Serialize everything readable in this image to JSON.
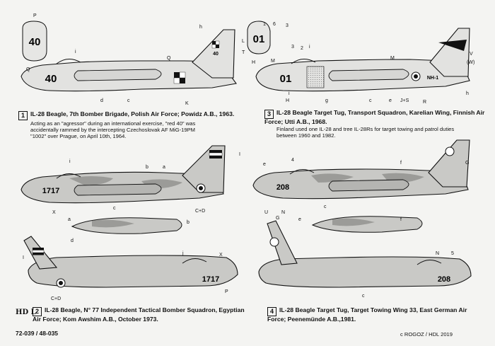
{
  "captions": [
    {
      "number": "1",
      "title": "IL-28 Beagle, 7th Bomber Brigade, Polish Air Force; Powidz A.B., 1963.",
      "note": "Acting as an \"agressor\" during an international exercise, \"red 40\" was accidentally rammed by the intercepting Czechoslovak AF MiG-19PM \"1002\" over Prague, on April 10th, 1964."
    },
    {
      "number": "3",
      "title": "IL-28 Beagle Target Tug, Transport Squadron, Karelian Wing, Finnish Air Force; Utti A.B., 1968.",
      "note": "Finland used one IL-28 and tree IL-28Rs for target towing and patrol duties between 1960 and 1982."
    },
    {
      "number": "2",
      "title": "IL-28 Beagle, N° 77 Independent Tactical Bomber Squadron, Egyptian Air Force; Kom Awshim A.B., October 1973.",
      "note": ""
    },
    {
      "number": "4",
      "title": "IL-28 Beagle Target Tug, Target Towing Wing 33, East German Air Force; Peenemünde A.B.,1981.",
      "note": ""
    }
  ],
  "aircraft_markings": {
    "polish_code": "40",
    "polish_fin_code": "40",
    "finnish_code": "01",
    "finnish_reg": "NH-1",
    "egyptian_code": "1717",
    "east_german_code": "208"
  },
  "callouts": {
    "a1": [
      "P",
      "Q",
      "i",
      "h",
      "L",
      "T",
      "Q",
      "d",
      "c",
      "K"
    ],
    "a3": [
      "1",
      "6",
      "3",
      "i",
      "3",
      "2",
      "H",
      "M",
      "V",
      "(W)",
      "M",
      "H",
      "g",
      "c",
      "e",
      "J+S",
      "R",
      "h",
      "i"
    ],
    "a2_upper": [
      "i",
      "b",
      "a",
      "I",
      "X",
      "C+D",
      "b",
      "a",
      "c",
      "d"
    ],
    "a2_lower": [
      "I",
      "j",
      "X",
      "C+D",
      "P"
    ],
    "a4_upper": [
      "e",
      "4",
      "f",
      "G",
      "U",
      "N",
      "c"
    ],
    "a4_lower": [
      "e",
      "f",
      "G",
      "N",
      "5",
      "c"
    ]
  },
  "footer": {
    "logo": "HD L",
    "codes": "72-039 / 48-035",
    "copyright": "c  ROGOZ / HDL 2019"
  },
  "colors": {
    "ink": "#111111",
    "paper": "#f4f4f2",
    "silver": "#e2e2e0",
    "camo_light": "#c9c9c6",
    "camo_dark": "#9b9b98"
  }
}
